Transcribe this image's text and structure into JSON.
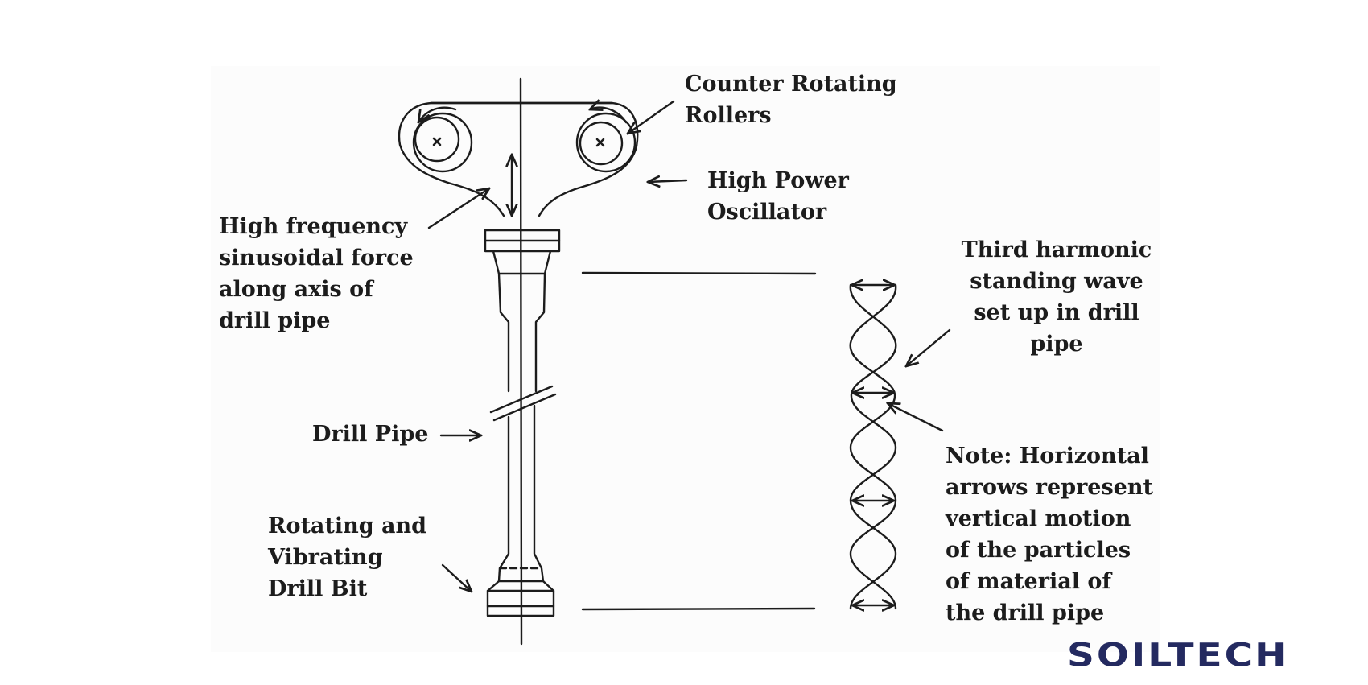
{
  "labels": {
    "rollers": [
      "Counter Rotating",
      "Rollers"
    ],
    "oscillator": [
      "High Power",
      "Oscillator"
    ],
    "force": [
      "High frequency",
      "sinusoidal force",
      "along axis of",
      "drill pipe"
    ],
    "harmonic": [
      "Third harmonic",
      "standing wave",
      "set up in drill",
      "pipe"
    ],
    "drill_pipe": "Drill Pipe",
    "drill_bit": [
      "Rotating and",
      "Vibrating",
      "Drill Bit"
    ],
    "note": [
      "Note: Horizontal",
      "arrows represent",
      "vertical motion",
      "of the particles",
      "of material of",
      "the drill pipe"
    ]
  },
  "logo": "SOILTECH",
  "colors": {
    "ink": "#1c1c1c",
    "logo": "#242a60"
  },
  "icons": [
    "roller-x-icon",
    "double-headed-arrow-icon",
    "pointer-arrow-icon"
  ]
}
